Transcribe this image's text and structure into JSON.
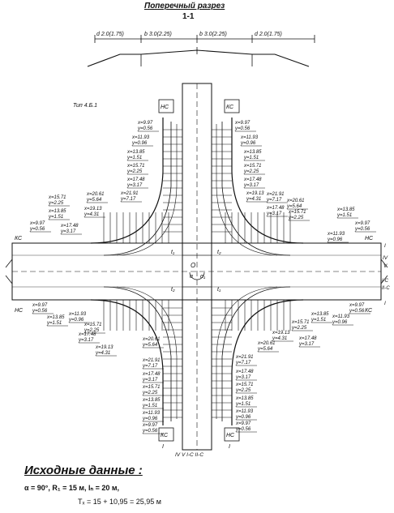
{
  "header": {
    "title": "Поперечный разрез",
    "section": "1-1",
    "widths": [
      "d 2.0(1.75)",
      "b 3.0(2.25)",
      "b 3.0(2.25)",
      "d 2.0(1.75)"
    ]
  },
  "type_label": "Тип 4.Б.1",
  "zone_labels": {
    "kc": "КС",
    "hc": "НС",
    "roman_right": [
      "I",
      "IV",
      "V",
      "I-C",
      "II-C",
      "I"
    ],
    "roman_bottom": "IV V I-C II-C"
  },
  "center": {
    "o": "O",
    "alpha": "α",
    "alpha1": "α₁",
    "t1": "t₁",
    "t2": "t₂"
  },
  "coords": [
    [
      "x=9.97",
      "y=0.56"
    ],
    [
      "x=11.93",
      "y=0.96"
    ],
    [
      "x=13.85",
      "y=1.51"
    ],
    [
      "x=15.71",
      "y=2.25"
    ],
    [
      "x=17.48",
      "y=3.17"
    ],
    [
      "x=19.13",
      "y=4.31"
    ],
    [
      "x=20.61",
      "y=5.64"
    ],
    [
      "x=21.91",
      "y=7.17"
    ]
  ],
  "initial_data": {
    "title": "Исходные данные :",
    "line1": "α = 90°, R₁ = 15 м, lₙ = 20 м,",
    "line2": "Tₓ = 15 + 10,95 = 25,95 м"
  }
}
